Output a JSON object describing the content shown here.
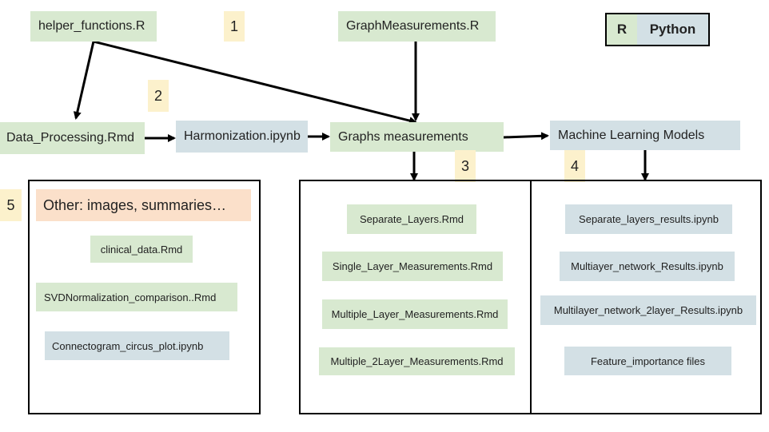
{
  "legend": {
    "r": "R",
    "python": "Python"
  },
  "numbers": [
    "1",
    "2",
    "3",
    "4",
    "5"
  ],
  "top": {
    "helper": "helper_functions.R",
    "graph_measurements_r": "GraphMeasurements.R"
  },
  "pipeline": {
    "data_processing": "Data_Processing.Rmd",
    "harmonization": "Harmonization.ipynb",
    "graphs_measurements": "Graphs measurements",
    "ml_models": "Machine Learning Models"
  },
  "other": {
    "title": "Other: images, summaries…",
    "items": [
      "clinical_data.Rmd",
      "SVDNormalization_comparison..Rmd",
      "Connectogram_circus_plot.ipynb"
    ]
  },
  "measurements": {
    "items": [
      "Separate_Layers.Rmd",
      "Single_Layer_Measurements.Rmd",
      "Multiple_Layer_Measurements.Rmd",
      "Multiple_2Layer_Measurements.Rmd"
    ]
  },
  "results": {
    "items": [
      "Separate_layers_results.ipynb",
      "Multiayer_network_Results.ipynb",
      "Multilayer_network_2layer_Results.ipynb",
      "Feature_importance files"
    ]
  },
  "colors": {
    "r": "#d8e9d0",
    "python": "#d3e0e5",
    "other": "#fbe0ca",
    "number": "#fcf1cc"
  }
}
